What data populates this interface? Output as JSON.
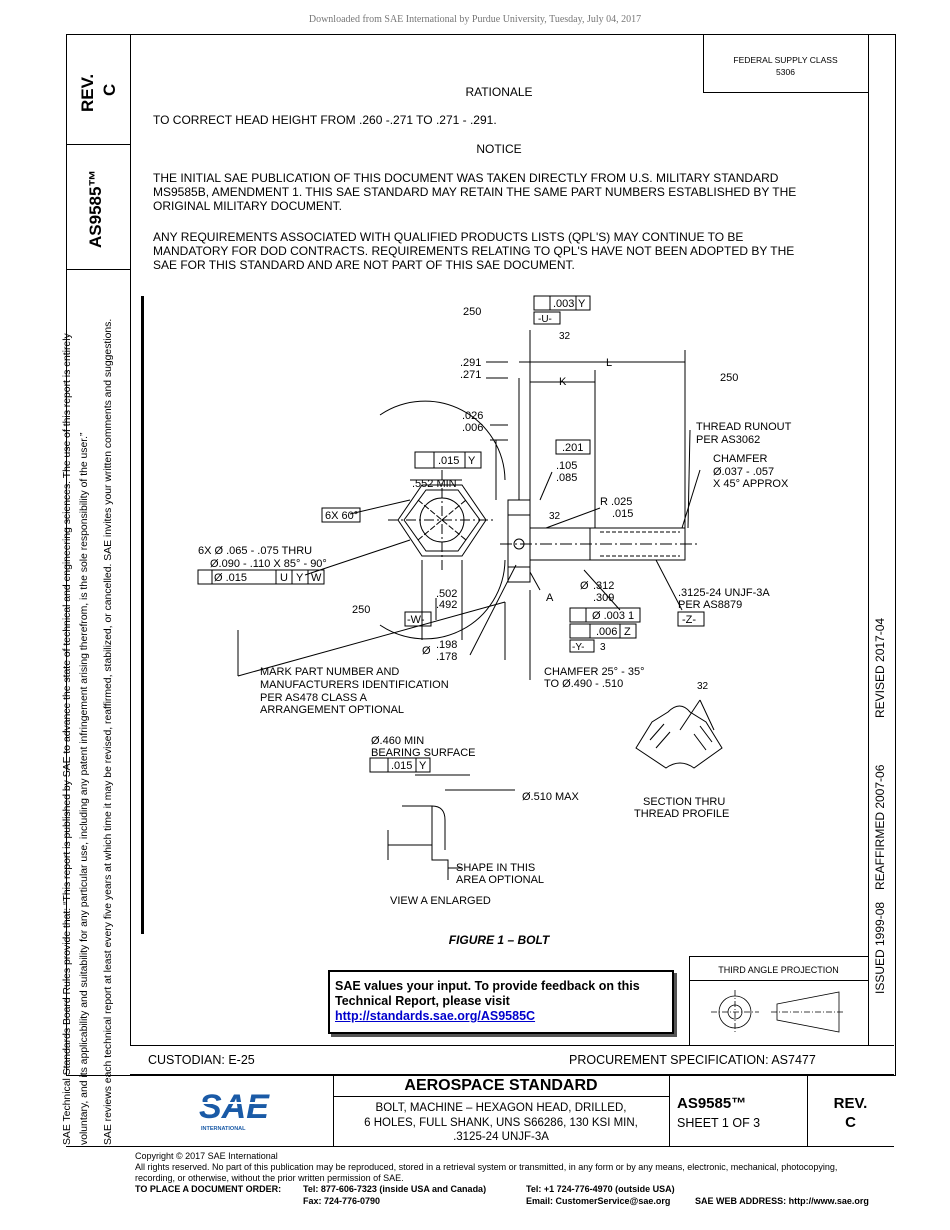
{
  "header": {
    "download_note": "Downloaded from SAE International by Purdue University, Tuesday, July 04, 2017",
    "federal_supply": "FEDERAL SUPPLY CLASS",
    "federal_code": "5306",
    "rev_label": "REV.",
    "rev_value": "C",
    "doc_number": "AS9585™"
  },
  "sidebar": {
    "line1": "SAE Technical Standards Board Rules provide that: “This report is published by SAE to advance the state of technical and engineering sciences. The use of this report is entirely",
    "line2": "voluntary, and its applicability and suitability for any particular use, including any patent infringement arising therefrom, is the sole responsibility of the user.”",
    "line3": "SAE reviews each technical report at least every five years at which time it may be revised, reaffirmed, stabilized, or cancelled. SAE invites your written comments and suggestions."
  },
  "right_margin": {
    "issued": "ISSUED 1999-08",
    "reaffirmed": "REAFFIRMED 2007-06",
    "revised": "REVISED 2017-04"
  },
  "body": {
    "rationale_title": "RATIONALE",
    "rationale_text": "TO CORRECT HEAD HEIGHT FROM .260 -.271 TO .271 - .291.",
    "notice_title": "NOTICE",
    "notice_p1_l1": "THE INITIAL SAE PUBLICATION OF THIS DOCUMENT WAS TAKEN DIRECTLY FROM U.S. MILITARY STANDARD",
    "notice_p1_l2": "MS9585B, AMENDMENT 1. THIS SAE STANDARD MAY RETAIN THE SAME PART NUMBERS ESTABLISHED BY THE",
    "notice_p1_l3": "ORIGINAL MILITARY DOCUMENT.",
    "notice_p2_l1": "ANY REQUIREMENTS ASSOCIATED WITH QUALIFIED PRODUCTS LISTS (QPL'S) MAY CONTINUE TO BE",
    "notice_p2_l2": "MANDATORY FOR DOD CONTRACTS. REQUIREMENTS RELATING TO QPL'S HAVE NOT BEEN ADOPTED BY THE",
    "notice_p2_l3": "SAE FOR THIS STANDARD AND ARE NOT PART OF THIS SAE DOCUMENT."
  },
  "drawing": {
    "f250a": "250",
    "perp": ".003",
    "perp_ref": "Y",
    "datum_u": "-U-",
    "f32a": "32",
    "h1": ".291",
    "h2": ".271",
    "L": "L",
    "K": "K",
    "f250b": "250",
    "t1": ".026",
    "t2": ".006",
    "runout1": "THREAD RUNOUT",
    "runout2": "PER AS3062",
    "box201": ".201",
    "runout015": ".015",
    "runoutY": "Y",
    "d105": ".105",
    "d085": ".085",
    "chamfer1": "CHAMFER",
    "chamfer2": "Ø.037 - .057",
    "chamfer3": "X 45° APPROX",
    "min552": ".552 MIN",
    "r1": "R .025",
    "r2": ".015",
    "f32b": "32",
    "x60": "6X 60°",
    "holes1": "6X Ø .065 - .075 THRU",
    "holes2": "Ø.090 - .110 X 85° - 90°",
    "pos": "Ø .015",
    "posU": "U",
    "posY": "Y",
    "posW": "W",
    "d312": ".312",
    "d309": ".309",
    "A": "A",
    "thread1": ".3125-24 UNJF-3A",
    "thread2": "PER AS8879",
    "datum_z": "-Z-",
    "d502": ".502",
    "d492": ".492",
    "f250c": "250",
    "datum_w": "-W-",
    "conc": "Ø .003",
    "conc_ref": "1",
    "runout006": ".006",
    "runoutZ": "Z",
    "datum_y": "-Y-",
    "f3": "3",
    "d198": ".198",
    "d178": ".178",
    "mark1": "MARK PART NUMBER AND",
    "mark2": "MANUFACTURERS IDENTIFICATION",
    "mark3": "PER AS478 CLASS A",
    "mark4": "ARRANGEMENT OPTIONAL",
    "cham2a": "CHAMFER 25° - 35°",
    "cham2b": "TO Ø.490 - .510",
    "f32c": "32",
    "bear1": "Ø.460 MIN",
    "bear2": "BEARING SURFACE",
    "bear015": ".015",
    "bearY": "Y",
    "max510": "Ø.510 MAX",
    "sect1": "SECTION THRU",
    "sect2": "THREAD PROFILE",
    "shape1": "SHAPE IN THIS",
    "shape2": "AREA OPTIONAL",
    "view": "VIEW A ENLARGED",
    "diam": "Ø"
  },
  "figure_caption": "FIGURE 1 – BOLT",
  "feedback": {
    "line1": "SAE values your input. To provide feedback on this",
    "line2": "Technical Report, please visit",
    "link": "http://standards.sae.org/AS9585C"
  },
  "projection_label": "THIRD ANGLE PROJECTION",
  "title_block": {
    "custodian": "CUSTODIAN: E-25",
    "procurement": "PROCUREMENT SPECIFICATION: AS7477",
    "standard": "AEROSPACE STANDARD",
    "desc1": "BOLT, MACHINE – HEXAGON HEAD, DRILLED,",
    "desc2": "6 HOLES, FULL SHANK, UNS S66286, 130 KSI MIN,",
    "desc3": ".3125-24 UNJF-3A",
    "doc": "AS9585™",
    "sheet": "SHEET 1 OF 3",
    "rev_label": "REV.",
    "rev_value": "C",
    "logo_text": "SAE",
    "logo_sub": "INTERNATIONAL"
  },
  "footer": {
    "copyright": "Copyright © 2017 SAE International",
    "rights1": "All rights reserved. No part of this publication may be reproduced, stored in a retrieval system or transmitted, in any form or by any means, electronic, mechanical, photocopying,",
    "rights2": "recording, or otherwise, without the prior written permission of SAE.",
    "order_label": "TO PLACE A DOCUMENT ORDER:",
    "tel_us": "Tel: 877-606-7323 (inside USA and Canada)",
    "tel_out": "Tel: +1 724-776-4970 (outside USA)",
    "fax": "Fax: 724-776-0790",
    "email": "Email: CustomerService@sae.org",
    "web": "SAE WEB ADDRESS: http://www.sae.org"
  }
}
